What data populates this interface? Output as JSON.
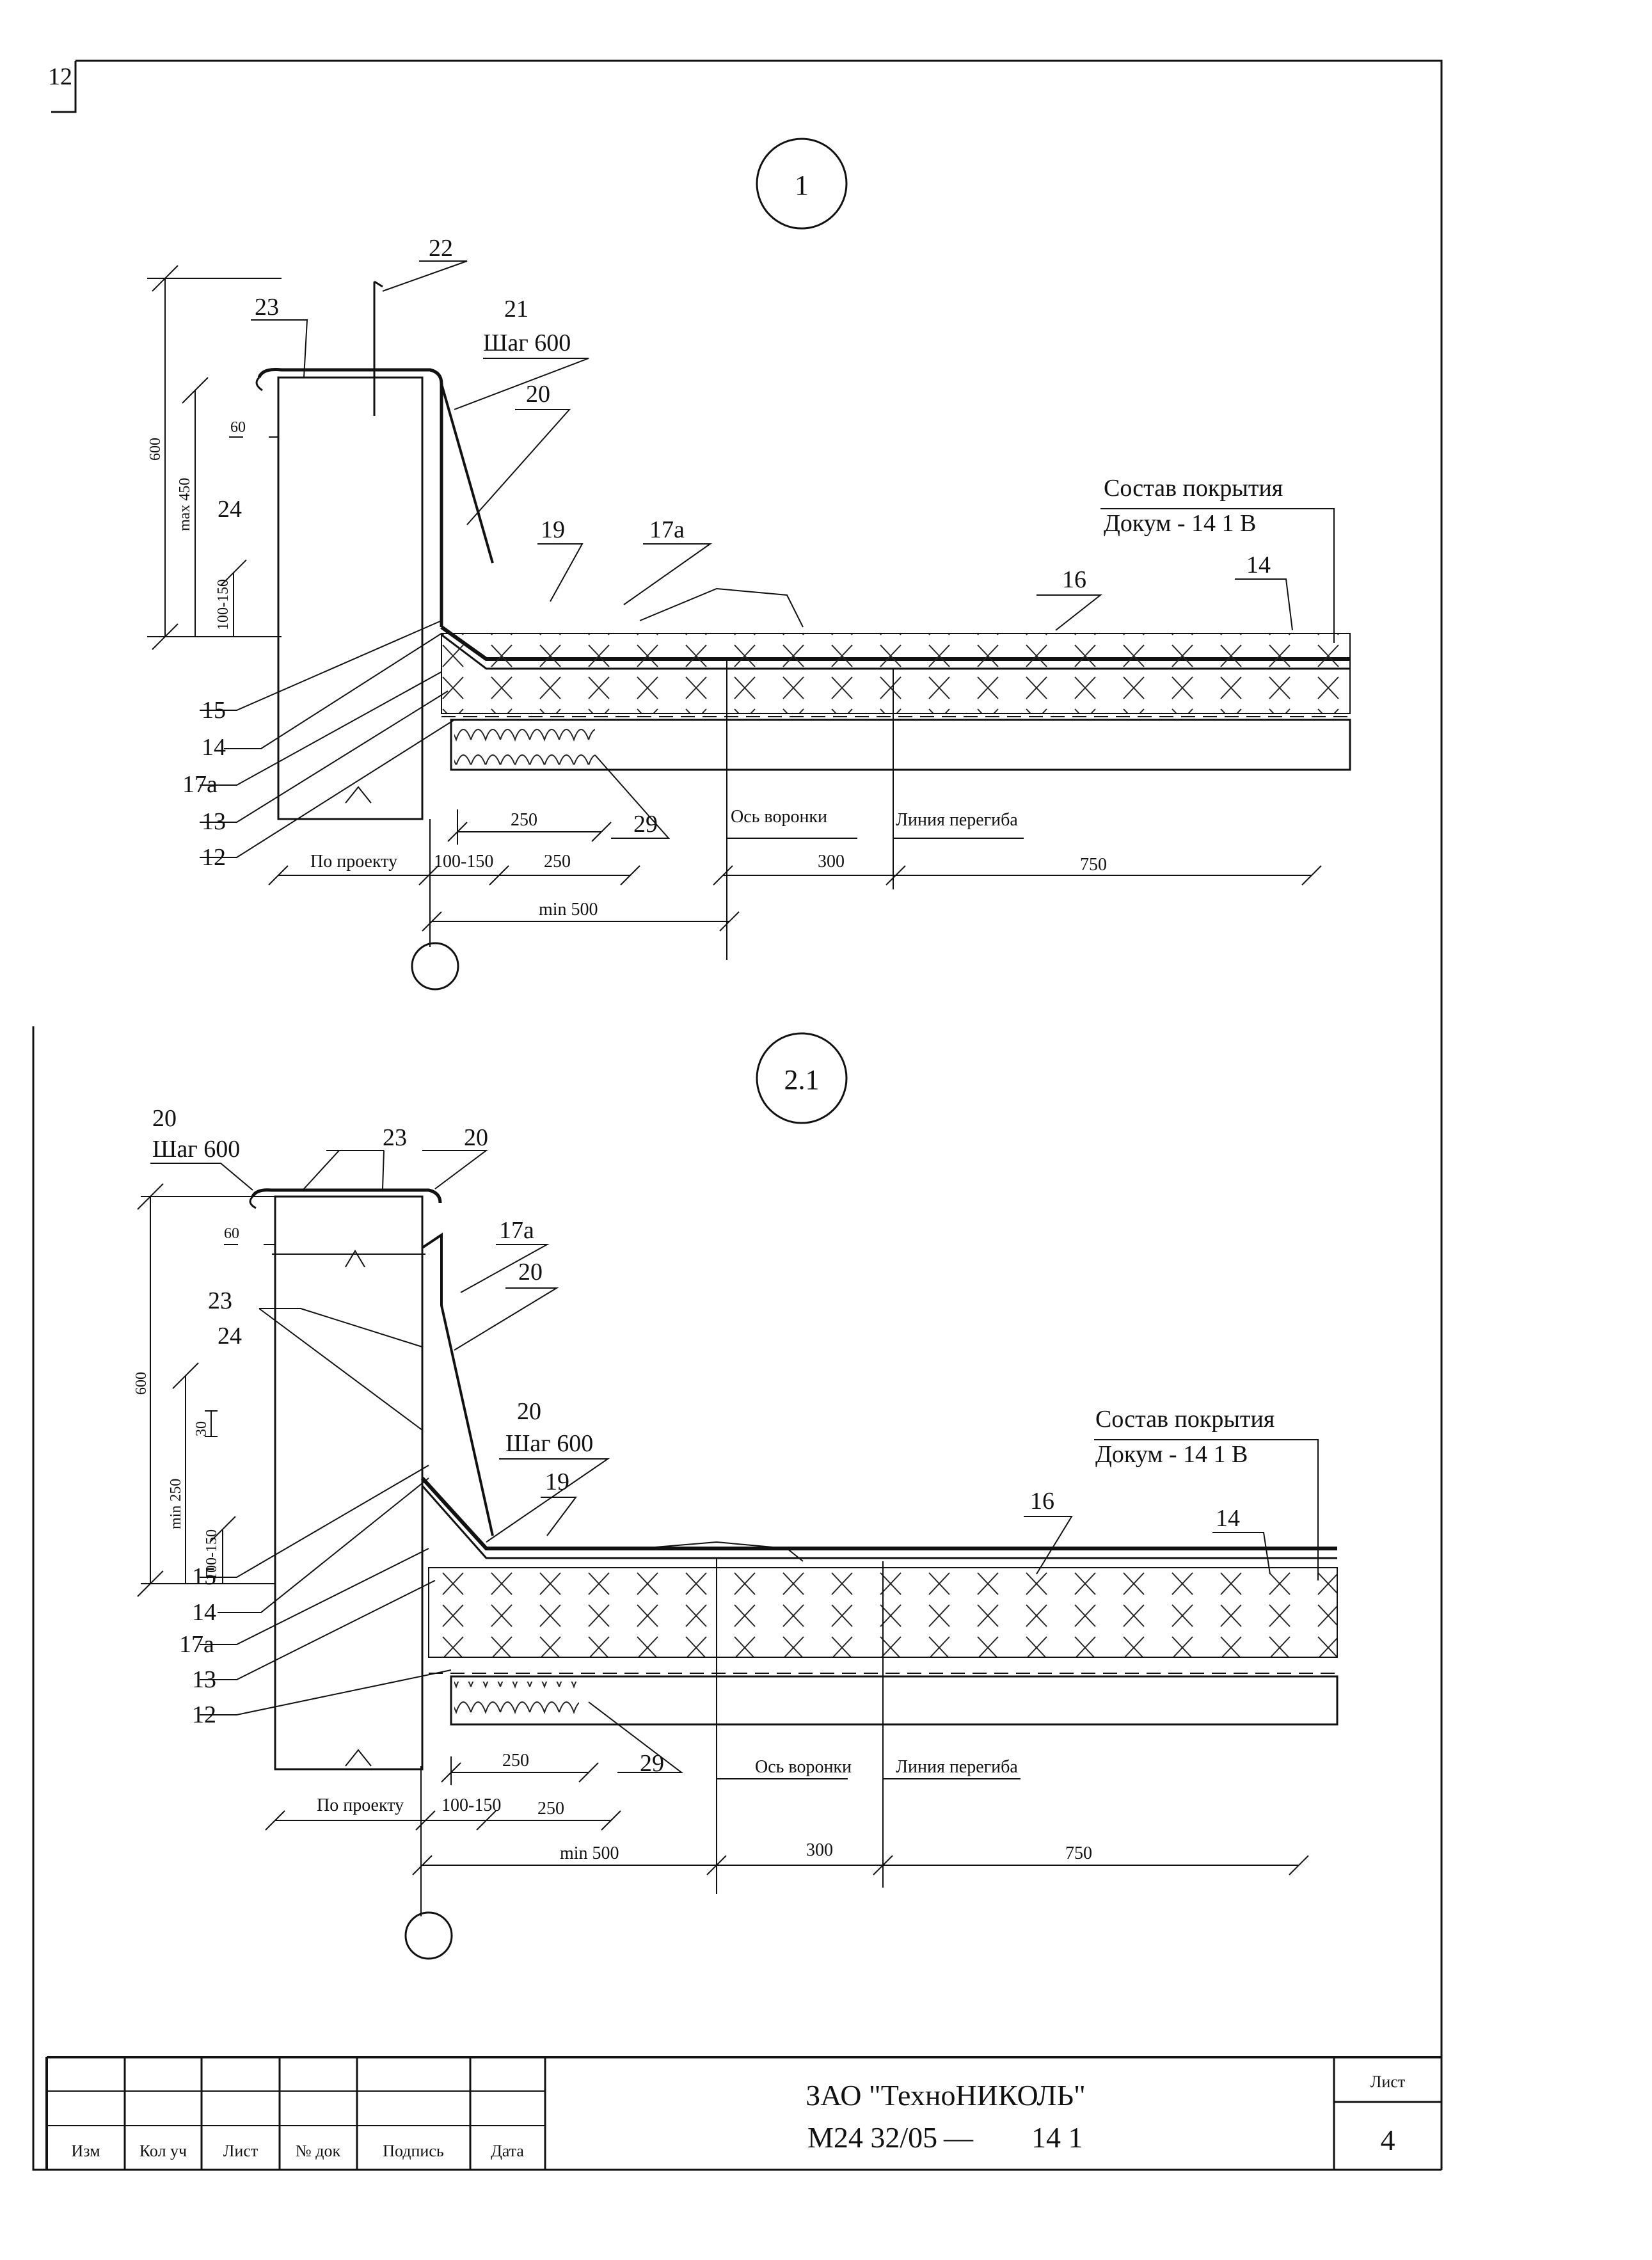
{
  "page_corner_number": "12",
  "detail1": {
    "marker": "1",
    "spacing_label": "Шаг 600",
    "composition_line1": "Состав покрытия",
    "composition_line2": "Докум - 14 1 В",
    "callouts": {
      "c22": "22",
      "c23": "23",
      "c21": "21",
      "c20": "20",
      "c24": "24",
      "c19": "19",
      "c17a_top": "17а",
      "c16": "16",
      "c14_right": "14",
      "c15": "15",
      "c14": "14",
      "c17a": "17а",
      "c13": "13",
      "c12": "12",
      "c29": "29"
    },
    "dims": {
      "v600": "600",
      "vmax450": "max 450",
      "v100_150": "100-150",
      "h60": "60",
      "d250_upper": "250",
      "proj": "По проекту",
      "d100_150": "100-150",
      "d250_lower": "250",
      "d300": "300",
      "d750": "750",
      "min500": "min 500"
    },
    "funnel_axis": "Ось воронки",
    "bend_line": "Линия перегиба"
  },
  "detail2": {
    "marker": "2.1",
    "top_callouts": {
      "c20_left": "20",
      "spacing_left": "Шаг 600",
      "c23": "23",
      "c20_right": "20"
    },
    "spacing_label": "Шаг 600",
    "composition_line1": "Состав покрытия",
    "composition_line2": "Докум - 14 1 В",
    "callouts": {
      "c17a_top": "17а",
      "c20_mid": "20",
      "c23": "23",
      "c24": "24",
      "c20_low": "20",
      "c19": "19",
      "c16": "16",
      "c14_right": "14",
      "c15": "15",
      "c14": "14",
      "c17a": "17а",
      "c13": "13",
      "c12": "12",
      "c29": "29"
    },
    "dims": {
      "v600": "600",
      "v30": "30",
      "vmin250": "min 250",
      "v100_150": "100-150",
      "h60": "60",
      "d250_upper": "250",
      "proj": "По проекту",
      "d100_150": "100-150",
      "d250_lower": "250",
      "d300": "300",
      "d750": "750",
      "min500": "min 500"
    },
    "funnel_axis": "Ось воронки",
    "bend_line": "Линия перегиба"
  },
  "title_block": {
    "headers": [
      "Изм",
      "Кол уч",
      "Лист",
      "№ док",
      "Подпись",
      "Дата"
    ],
    "company": "ЗАО \"ТехноНИКОЛЬ\"",
    "doc_code": "М24 32/05",
    "dash": "—",
    "doc_number": "14 1",
    "sheet_label": "Лист",
    "sheet_number": "4"
  }
}
